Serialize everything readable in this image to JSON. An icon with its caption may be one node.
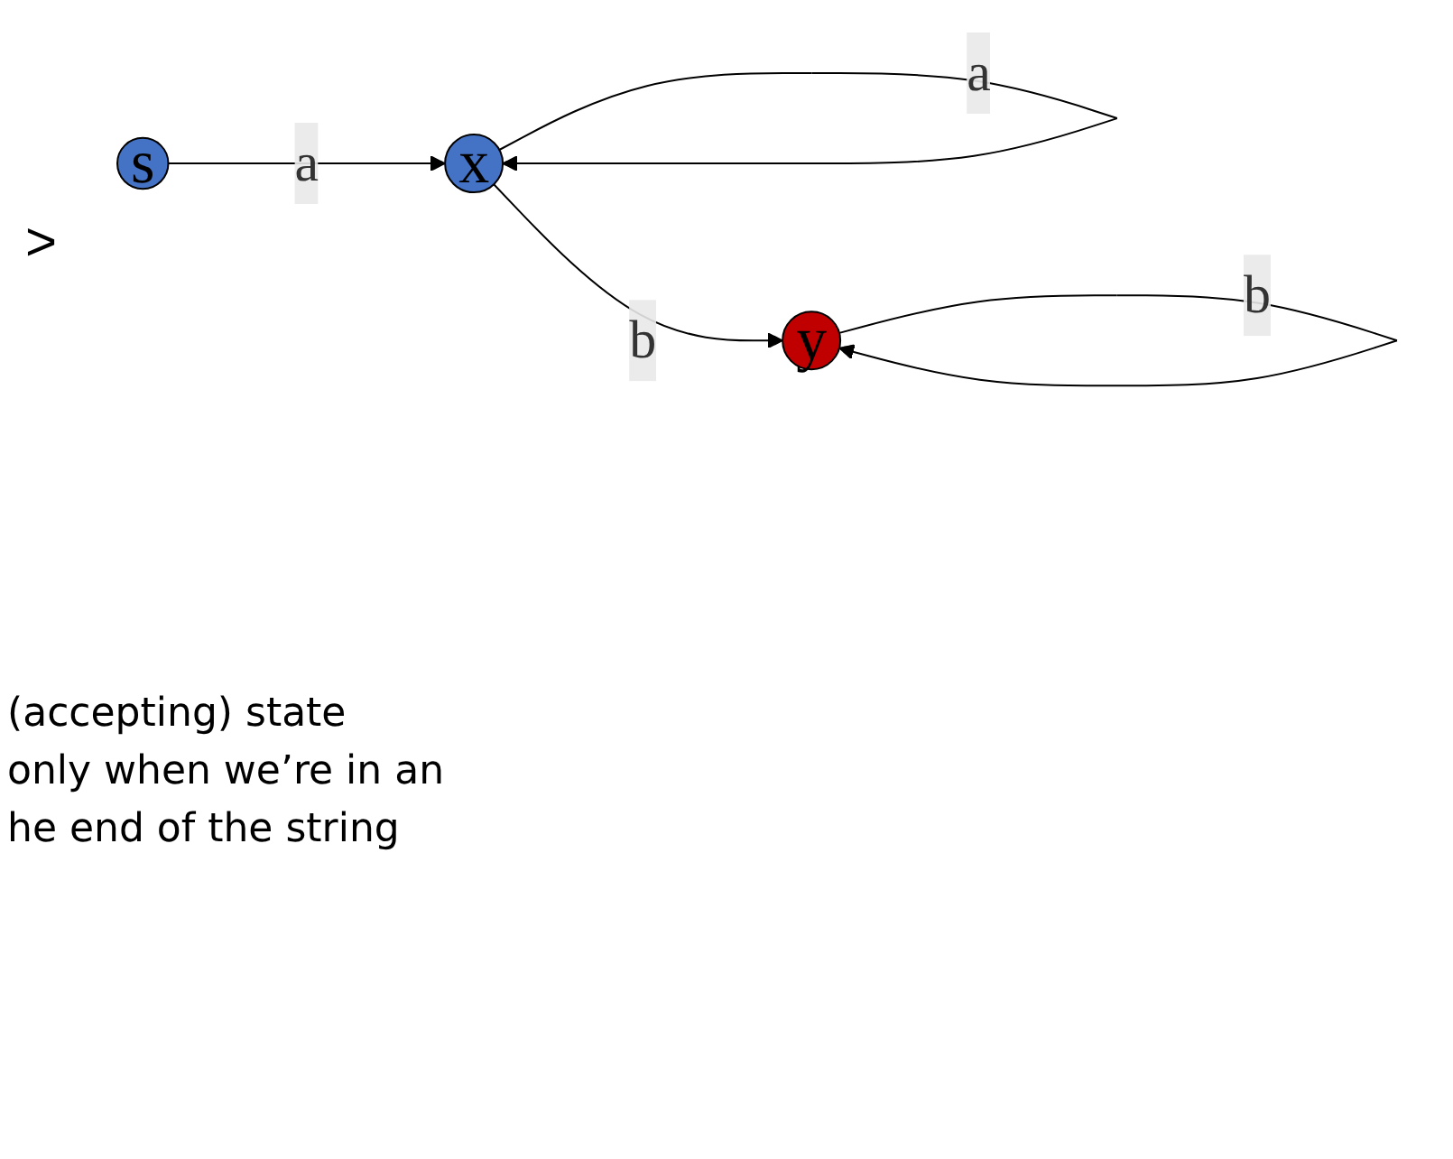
{
  "diagram": {
    "nodes": [
      {
        "text": [
          "s"
        ]
      },
      {
        "text": [
          "x"
        ]
      },
      {
        "text": [
          "y"
        ]
      }
    ],
    "edges": [
      {
        "from": 0,
        "to": 1,
        "label": "a",
        "arrow": "to"
      },
      {
        "from": 1,
        "to": 1,
        "label": "a",
        "arrow": "to"
      },
      {
        "from": 1,
        "to": 2,
        "label": "b",
        "arrow": "to"
      },
      {
        "from": 2,
        "to": 2,
        "label": "b",
        "arrow": "to"
      }
    ],
    "labels": [
      ">",
      "(accepting) state",
      "only when we’re in an",
      "he end of the string"
    ]
  }
}
